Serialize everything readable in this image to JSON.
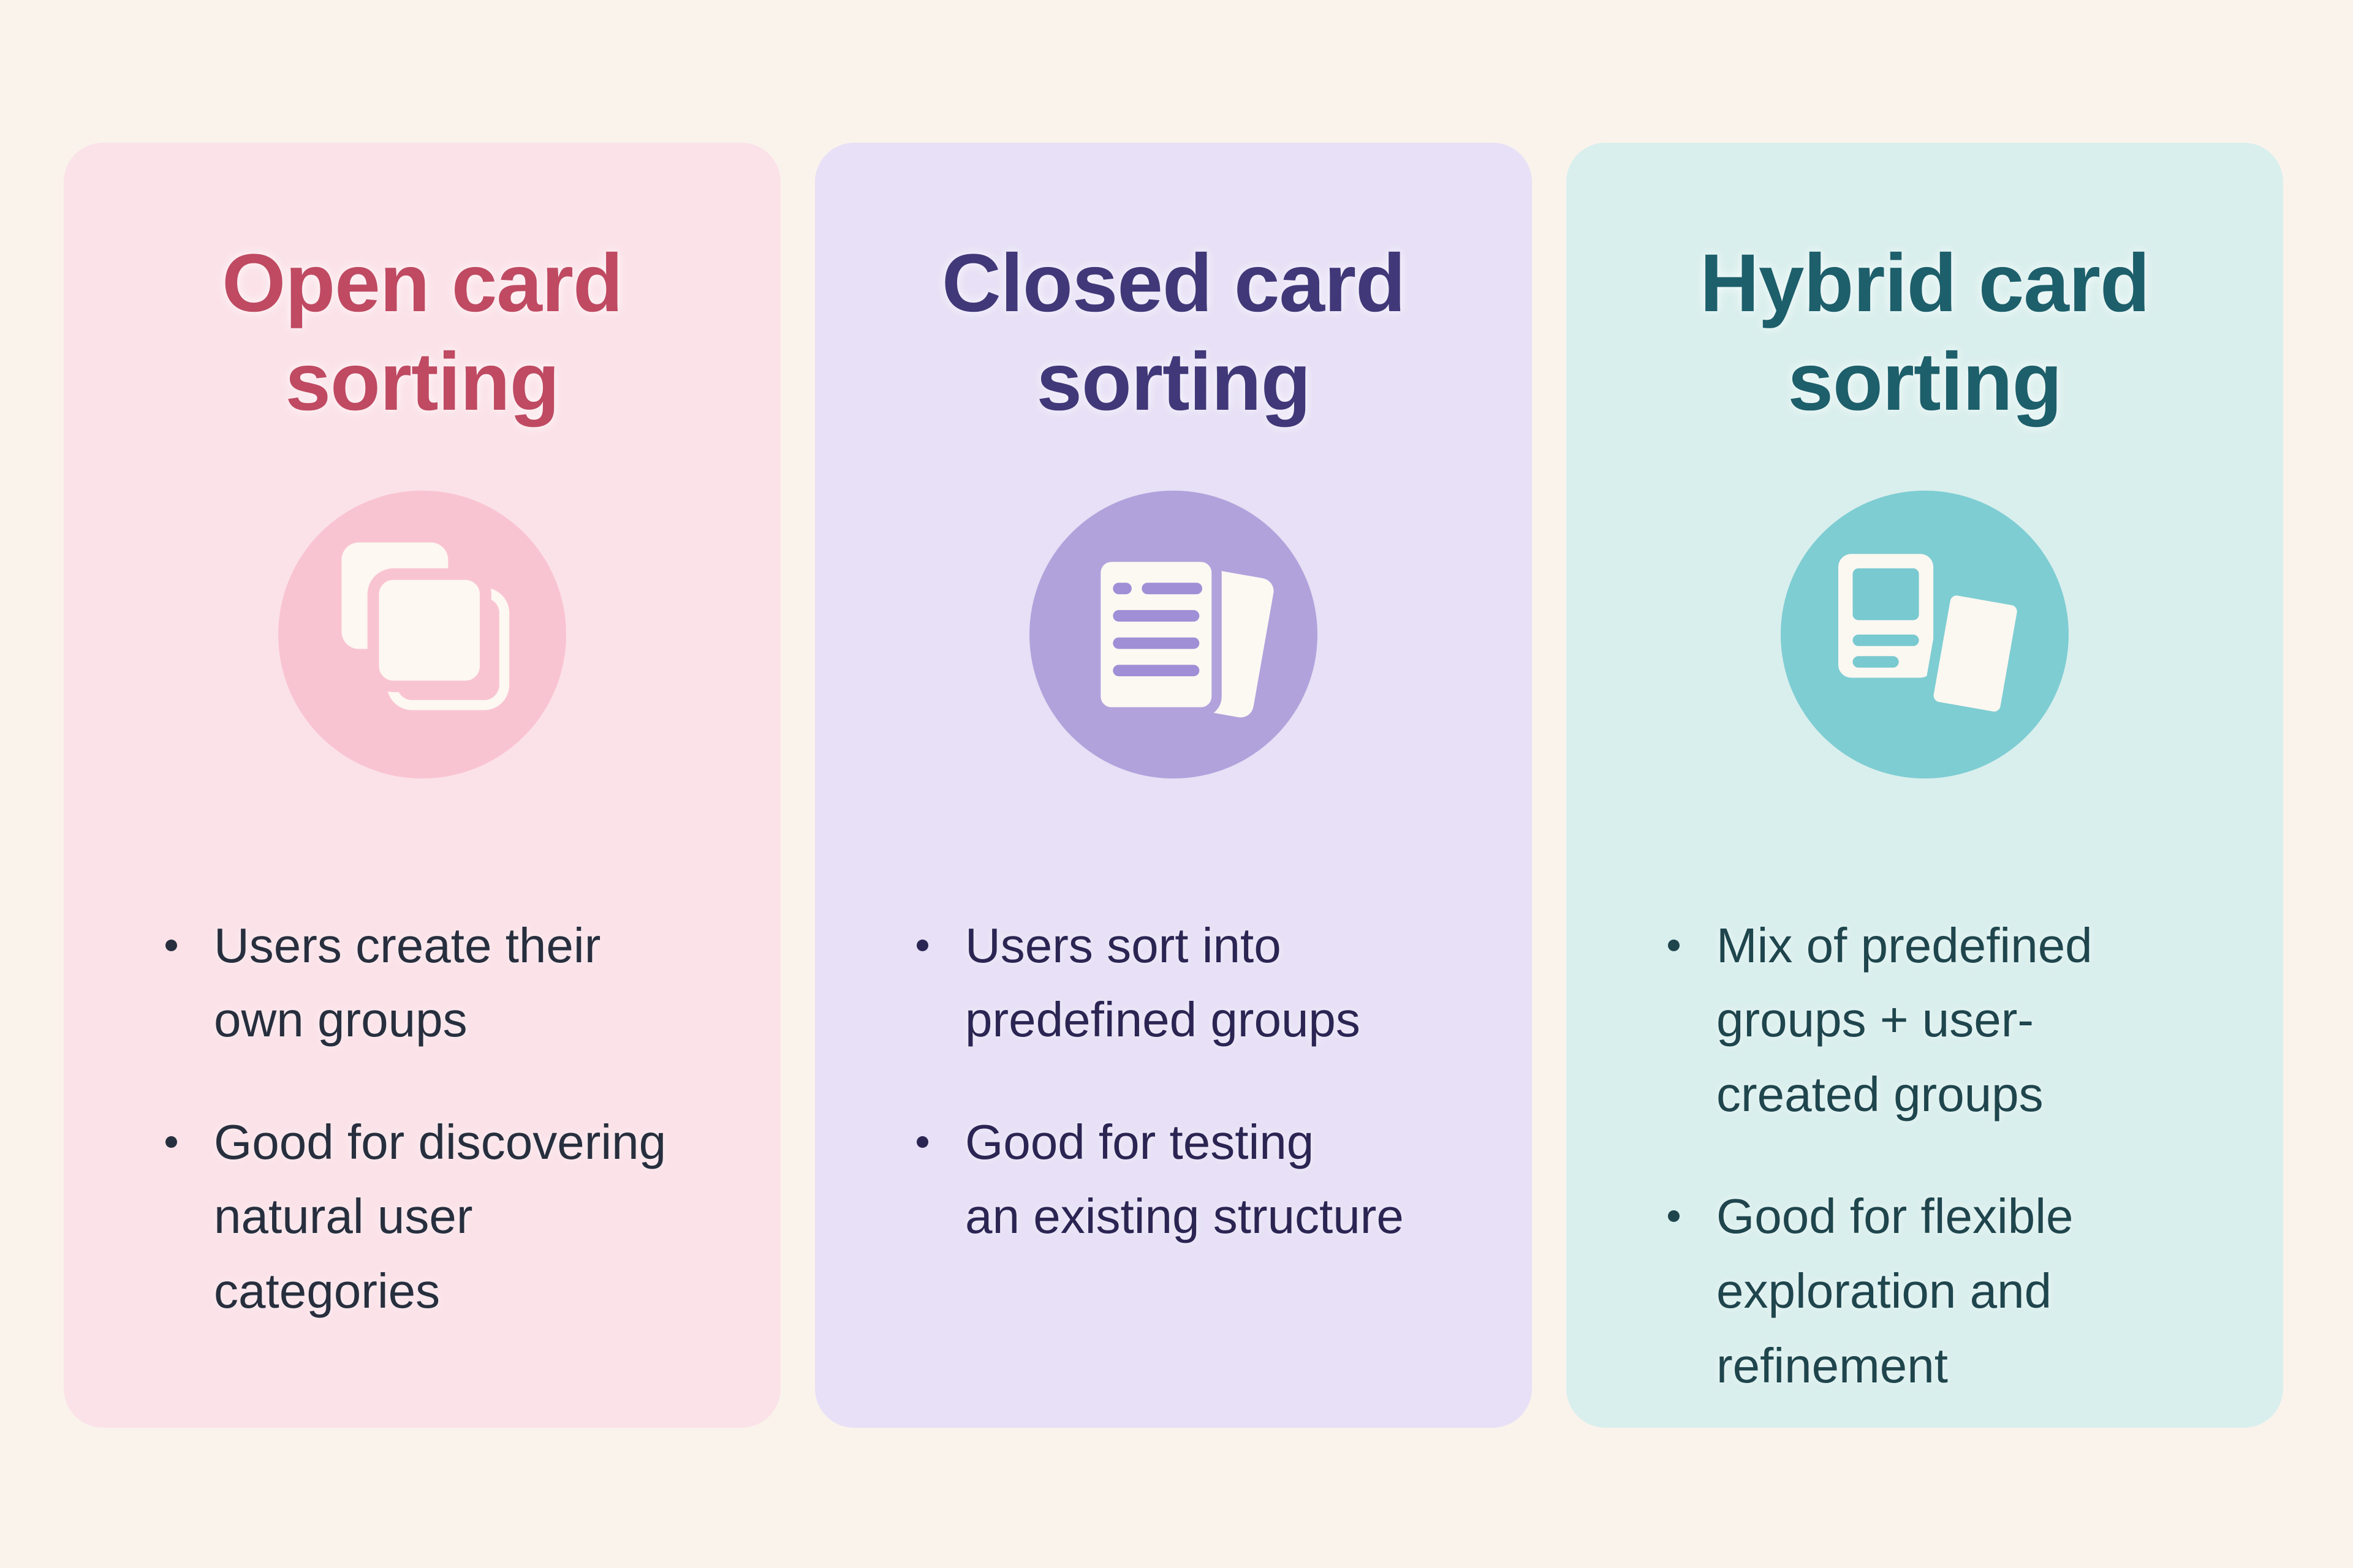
{
  "page": {
    "background": "#faf3ec",
    "description": "Comparison of three card sorting methods"
  },
  "cards": [
    {
      "title": "Open card\nsorting",
      "icon": "copy-cards-icon",
      "colors": {
        "bg": "#fbe2e8",
        "title": "#bf4a62",
        "circle": "#f9c4d2",
        "icon_fill": "#fdf8f1",
        "accent": "#f9c4d2",
        "text": "#272f3e"
      },
      "bullets": [
        "Users create their\nown groups",
        "Good for discovering\nnatural user\ncategories"
      ]
    },
    {
      "title": "Closed card\nsorting",
      "icon": "document-stack-icon",
      "colors": {
        "bg": "#e7e0f6",
        "title": "#403878",
        "circle": "#b1a2dc",
        "icon_fill": "#fcf9f3",
        "accent": "#a08fd6",
        "text": "#2b2553"
      },
      "bullets": [
        "Users sort into\npredefined groups",
        "Good for testing\nan existing structure"
      ]
    },
    {
      "title": "Hybrid card\nsorting",
      "icon": "image-card-stack-icon",
      "colors": {
        "bg": "#d9efed",
        "title": "#1d5f6b",
        "circle": "#7ecdd3",
        "icon_fill": "#fbf8f1",
        "accent": "#79c9d0",
        "text": "#1f454d"
      },
      "bullets": [
        "Mix of predefined\ngroups + user-\ncreated groups",
        "Good for flexible\nexploration and\nrefinement"
      ]
    }
  ]
}
